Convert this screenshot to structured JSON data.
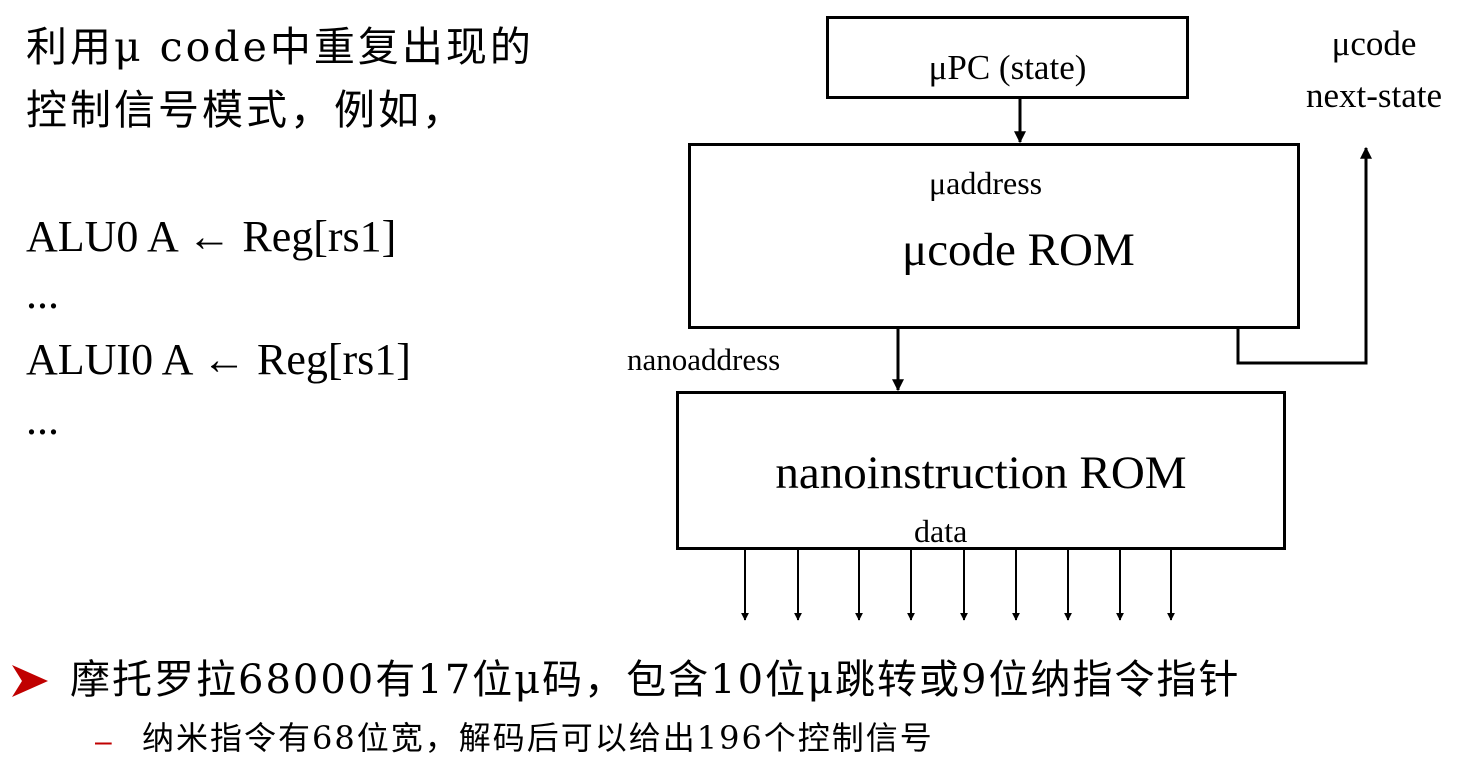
{
  "intro": {
    "line1": "利用μ code中重复出现的",
    "line2": "控制信号模式，例如，"
  },
  "code_lines": [
    "ALU0  A ← Reg[rs1]",
    "...",
    "ALUI0 A ← Reg[rs1]",
    "..."
  ],
  "diagram": {
    "upc_label": "μPC (state)",
    "ucode_next_state_line1": "μcode",
    "ucode_next_state_line2": "next-state",
    "uaddress_label": "μaddress",
    "ucode_rom_label": "μcode ROM",
    "nanoaddress_label": "nanoaddress",
    "nano_rom_label": "nanoinstruction ROM",
    "data_label": "data",
    "data_output_count": 9
  },
  "bullets": {
    "main": "摩托罗拉68000有17位μ码，包含10位μ跳转或9位纳指令指针",
    "sub_dash": "–",
    "sub": "纳米指令有68位宽，解码后可以给出196个控制信号"
  },
  "colors": {
    "bullet_arrow": "#c00000",
    "sub_dash": "#c00000"
  }
}
